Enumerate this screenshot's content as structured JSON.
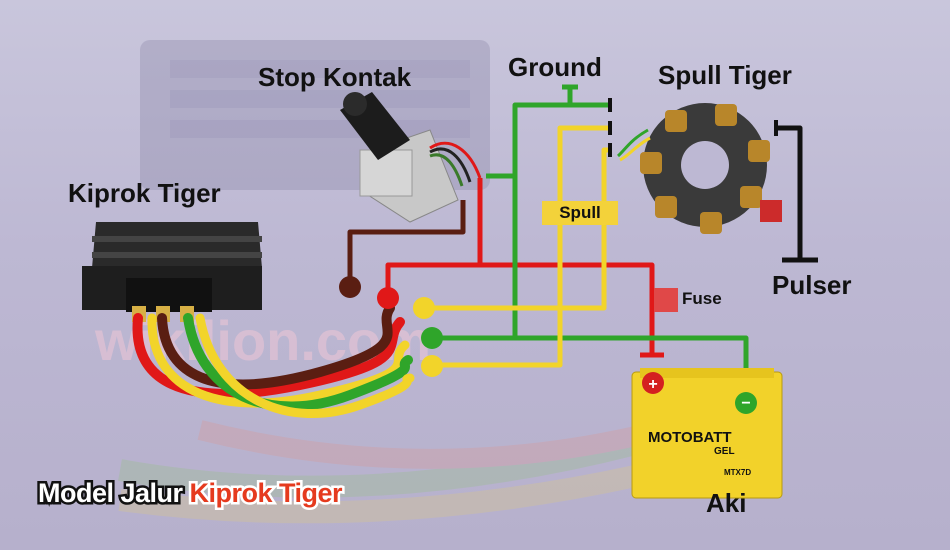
{
  "labels": {
    "stop_kontak": "Stop Kontak",
    "ground": "Ground",
    "spull_tiger": "Spull Tiger",
    "kiprok_tiger": "Kiprok Tiger",
    "spull": "Spull",
    "fuse": "Fuse",
    "pulser": "Pulser",
    "aki": "Aki"
  },
  "battery": {
    "brand": "MOTOBATT",
    "brand_sub": "GEL",
    "model": "MTX7D",
    "plus": "+",
    "minus": "−"
  },
  "caption": {
    "part1": "Model Jalur ",
    "part2": "Kiprok Tiger"
  },
  "watermark": "wikilion.com",
  "colors": {
    "wire_red": "#e01818",
    "wire_yellow": "#f2d42a",
    "wire_green": "#2fa52a",
    "wire_brown": "#5a1e12",
    "fuse": "#e04848",
    "battery": "#f2d22a"
  }
}
